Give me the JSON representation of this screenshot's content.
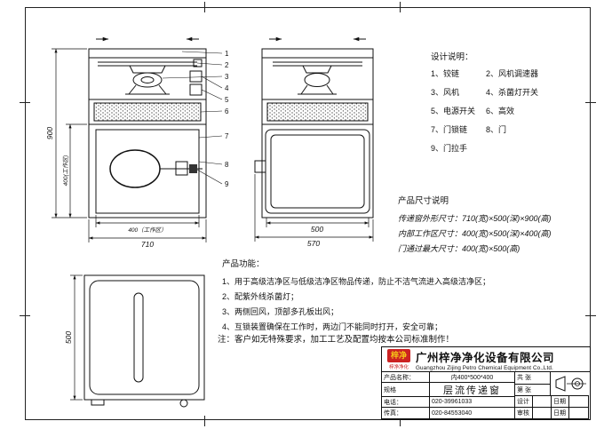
{
  "drawing": {
    "front_view": {
      "dim_height": "900",
      "dim_work_height": "400(工作区)",
      "dim_work_width": "400（工作区）",
      "dim_width": "710",
      "callouts": [
        "1",
        "2",
        "3",
        "4",
        "5",
        "6",
        "7",
        "8",
        "9"
      ]
    },
    "side_view": {
      "dim_inner": "500",
      "dim_outer": "570"
    },
    "bottom_view": {
      "dim_depth": "500"
    }
  },
  "design_notes": {
    "title": "设计说明：",
    "rows": [
      [
        "1、铰链",
        "2、风机调速器"
      ],
      [
        "3、风机",
        "4、杀菌灯开关"
      ],
      [
        "5、电源开关",
        "6、高效"
      ],
      [
        "7、门锁链",
        "8、门"
      ],
      [
        "9、门拉手",
        ""
      ]
    ]
  },
  "size_notes": {
    "title": "产品尺寸说明",
    "lines": [
      "传递窗外形尺寸：710(宽)×500(深)×900(高)",
      "内部工作区尺寸：400(宽)×500(深)×400(高)",
      "门通过最大尺寸：400(宽)×500(高)"
    ]
  },
  "functions": {
    "title": "产品功能：",
    "lines": [
      "1、用于高级洁净区与低级洁净区物品传递，防止不洁气流进入高级洁净区；",
      "2、配紫外线杀菌灯；",
      "3、两侧回风，顶部多孔板出风；",
      "4、互锁装置确保在工作时，两边门不能同时打开，安全可靠；"
    ],
    "note": "注：客户如无特殊要求，加工工艺及配置均按本公司标准制作！"
  },
  "title_block": {
    "logo_glyph": "梓净",
    "logo_caption": "梓净净化",
    "company_cn": "广州梓净净化设备有限公司",
    "company_en": "Guangzhou Zijing Petro Chemical Equipment Co.,Ltd.",
    "product_name_label": "产品名称：",
    "spec_label": "规格",
    "spec_value": "内400*500*400",
    "product_name": "层流传递窗",
    "tel_label": "电话：",
    "tel_value": "020-39961033",
    "fax_label": "传真：",
    "fax_value": "020-84553040",
    "pages_total": "共  张",
    "pages_index": "第  张",
    "designer_label": "设计",
    "checker_label": "审核",
    "date_label": "日期",
    "colors": {
      "logo_red": "#cc2222",
      "logo_yellow": "#f5c518",
      "line": "#111111"
    }
  }
}
